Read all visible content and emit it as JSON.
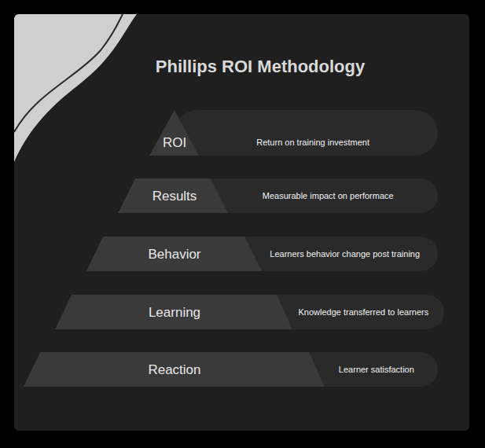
{
  "diagram": {
    "title": "Phillips ROI Methodology",
    "nodes": [
      {
        "text": [
          "ROI",
          "Return on training investment"
        ]
      },
      {
        "text": [
          "Results",
          "Measurable impact on performace"
        ]
      },
      {
        "text": [
          "Behavior",
          "Learners behavior change post training"
        ]
      },
      {
        "text": [
          "Learning",
          "Knowledge transferred to learners"
        ]
      },
      {
        "text": [
          "Reaction",
          "Learner satisfaction"
        ]
      }
    ]
  }
}
